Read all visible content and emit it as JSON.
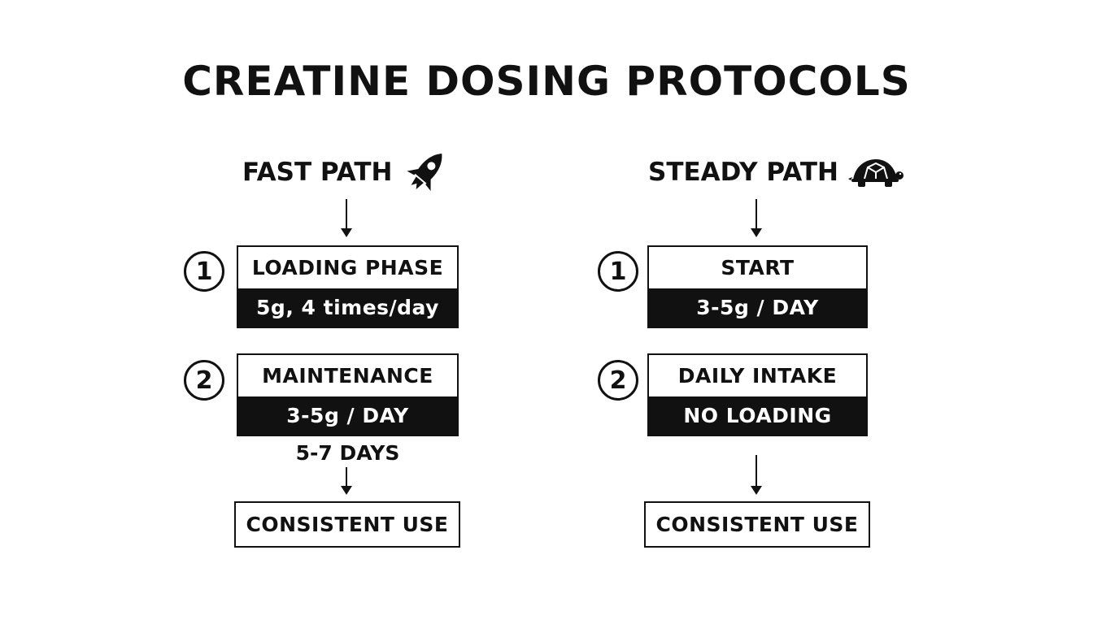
{
  "title": "CREATINE DOSING PROTOCOLS",
  "fast_path": {
    "heading": "FAST PATH",
    "icon": "rocket-icon",
    "steps": [
      {
        "number": "1",
        "label": "LOADING PHASE",
        "detail": "5g, 4 times/day"
      },
      {
        "number": "2",
        "label": "MAINTENANCE",
        "detail": "3-5g / DAY"
      }
    ],
    "duration": "5-7 DAYS",
    "end": "CONSISTENT USE"
  },
  "steady_path": {
    "heading": "STEADY PATH",
    "icon": "turtle-icon",
    "steps": [
      {
        "number": "1",
        "label": "START",
        "detail": "3-5g / DAY"
      },
      {
        "number": "2",
        "label": "DAILY INTAKE",
        "detail": "NO LOADING"
      }
    ],
    "end": "CONSISTENT USE"
  }
}
